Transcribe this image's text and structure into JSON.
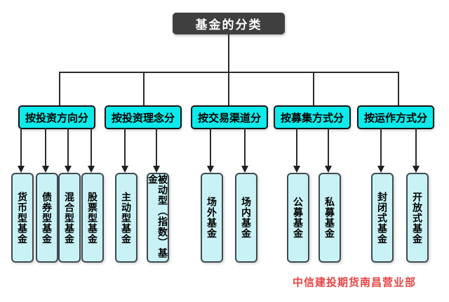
{
  "title": "基金的分类",
  "watermark": "中信建投期货南昌营业部",
  "colors": {
    "title_bg": "#3f3f3f",
    "title_text": "#ffffff",
    "category_bg": "#0ceaea",
    "leaf_bg": "#c9f2f6",
    "line": "#2b2b2b",
    "watermark_text": "#e64545",
    "background": "#ffffff"
  },
  "chart_data": {
    "type": "tree-diagram",
    "root": "基金的分类",
    "legend_position": "none"
  },
  "categories": [
    {
      "label": "按投资方向分",
      "children": [
        "货币型基金",
        "债券型基金",
        "混合型基金",
        "股票型基金"
      ]
    },
    {
      "label": "按投资理念分",
      "children": [
        "主动型基金",
        "被动型（指数）基金"
      ]
    },
    {
      "label": "按交易渠道分",
      "children": [
        "场外基金",
        "场内基金"
      ]
    },
    {
      "label": "按募集方式分",
      "children": [
        "公募基金",
        "私募基金"
      ]
    },
    {
      "label": "按运作方式分",
      "children": [
        "封闭式基金",
        "开放式基金"
      ]
    }
  ]
}
